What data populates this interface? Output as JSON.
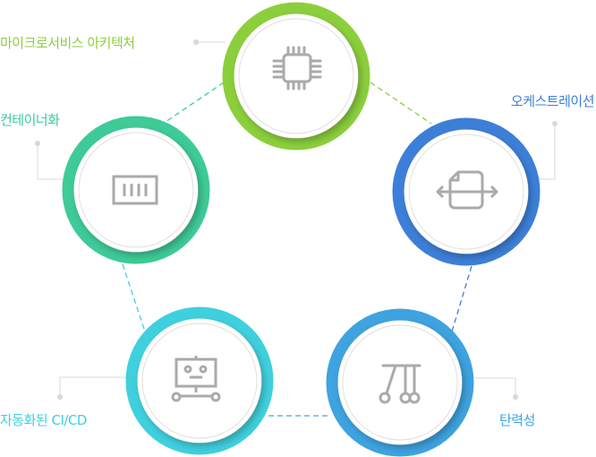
{
  "nodes": [
    {
      "id": "microservices",
      "label": "마이크로서비스 아키텍처",
      "icon": "cpu-chip-icon",
      "color": "#8ccf3c"
    },
    {
      "id": "orchestration",
      "label": "오케스트레이션",
      "icon": "document-arrows-icon",
      "color": "#3d7fd8"
    },
    {
      "id": "resilience",
      "label": "탄력성",
      "icon": "newtons-cradle-icon",
      "color": "#3ea3e0"
    },
    {
      "id": "cicd",
      "label": "자동화된 CI/CD",
      "icon": "robot-icon",
      "color": "#3fd0de"
    },
    {
      "id": "containerization",
      "label": "컨테이너화",
      "icon": "container-icon",
      "color": "#3ecb98"
    }
  ]
}
